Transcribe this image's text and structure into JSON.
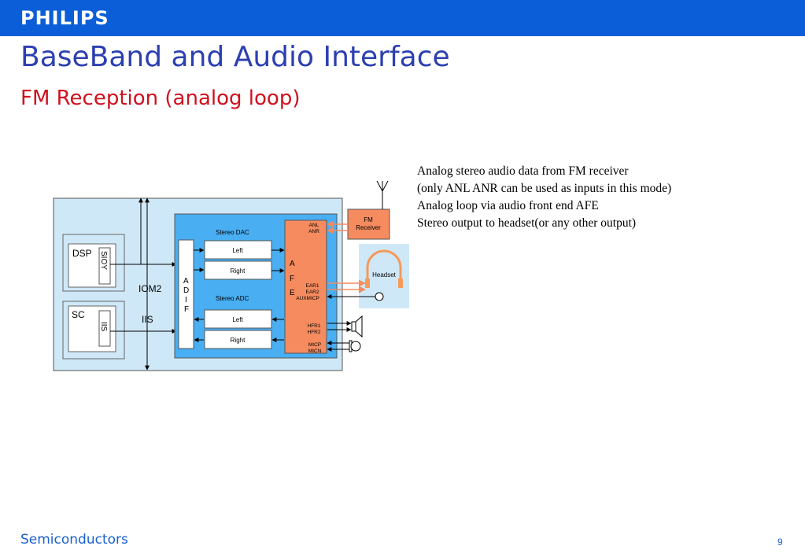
{
  "header": {
    "logo": "PHILIPS"
  },
  "title": "BaseBand and Audio Interface",
  "subtitle": "FM Reception (analog loop)",
  "notes": [
    "Analog stereo audio data from FM receiver",
    "(only ANL ANR can be used as inputs in this mode)",
    "Analog loop via audio front end AFE",
    "Stereo output to headset(or any other output)"
  ],
  "diagram": {
    "dsp": "DSP",
    "sioy": "SIOY",
    "sc": "SC",
    "iis_port": "IIS",
    "iom2": "IOM2",
    "iis_bus": "IIS",
    "adif": [
      "A",
      "D",
      "I",
      "F"
    ],
    "stereo_dac": "Stereo DAC",
    "dac_left": "Left",
    "dac_right": "Right",
    "stereo_adc": "Stereo ADC",
    "adc_left": "Left",
    "adc_right": "Right",
    "afe": [
      "A",
      "F",
      "E"
    ],
    "anl": "ANL",
    "anr": "ANR",
    "ear1": "EAR1",
    "ear2": "EAR2",
    "auxmicp": "AUXMICP",
    "hfr1": "HFR1",
    "hfr2": "HFR2",
    "micp": "MICP",
    "micn": "MICN",
    "fm_receiver": [
      "FM",
      "Receiver"
    ],
    "headset": "Headset"
  },
  "colors": {
    "topbar": "#0b5ed7",
    "outer_box": "#cfe8f7",
    "inner_box": "#49aef2",
    "afe_box": "#f58b5e",
    "fm_box": "#f58b5e",
    "headset_box": "#cfe8f7",
    "headset_orange": "#f59a5a"
  },
  "footer": "Semiconductors",
  "page_number": "9"
}
